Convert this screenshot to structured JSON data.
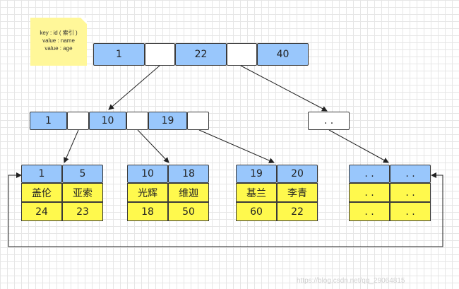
{
  "note": {
    "line1": "key : id ( 索引 )",
    "line2": "value : name",
    "line3": "value : age"
  },
  "root": {
    "keys": [
      "1",
      "22",
      "40"
    ]
  },
  "level2": {
    "keys": [
      "1",
      "10",
      "19"
    ],
    "placeholder": ". ."
  },
  "leaves": [
    {
      "ids": [
        "1",
        "5"
      ],
      "names": [
        "盖伦",
        "亚索"
      ],
      "ages": [
        "24",
        "23"
      ]
    },
    {
      "ids": [
        "10",
        "18"
      ],
      "names": [
        "光辉",
        "维迦"
      ],
      "ages": [
        "18",
        "50"
      ]
    },
    {
      "ids": [
        "19",
        "20"
      ],
      "names": [
        "基兰",
        "李青"
      ],
      "ages": [
        "60",
        "22"
      ]
    },
    {
      "ids": [
        ". .",
        ". ."
      ],
      "names": [
        ". .",
        ". ."
      ],
      "ages": [
        ". .",
        ". ."
      ]
    }
  ],
  "watermark": "https://blog.csdn.net/qq_29064815",
  "colors": {
    "key_cell": "#99c7fc",
    "value_cell": "#fff94d",
    "pointer_cell": "#ffffff",
    "note": "#fff799"
  }
}
